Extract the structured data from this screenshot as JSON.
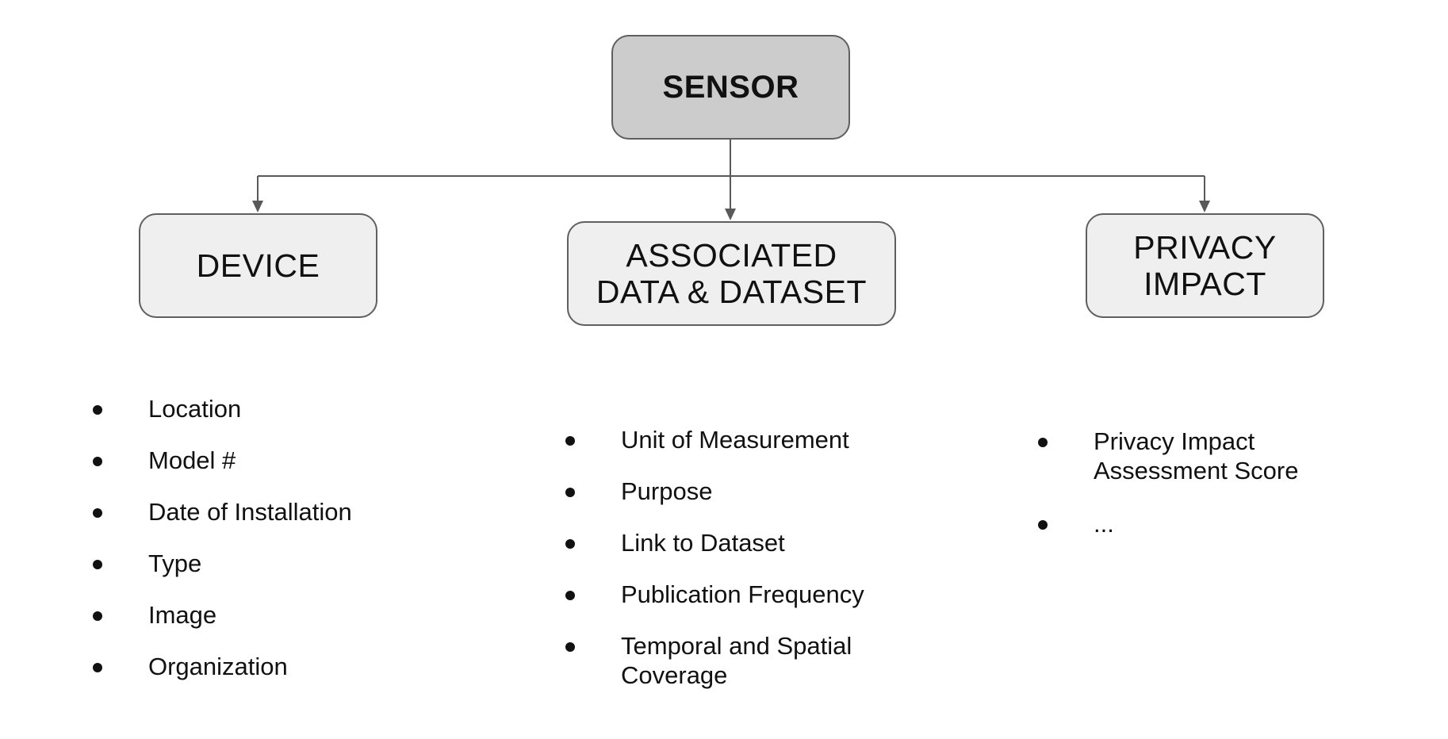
{
  "diagram": {
    "root": {
      "label": "SENSOR"
    },
    "children": [
      {
        "label_lines": [
          "DEVICE"
        ],
        "items": [
          "Location",
          "Model #",
          "Date of Installation",
          "Type",
          "Image",
          "Organization"
        ]
      },
      {
        "label_lines": [
          "ASSOCIATED",
          "DATA & DATASET"
        ],
        "items": [
          "Unit of Measurement",
          "Purpose",
          "Link to Dataset",
          "Publication Frequency",
          "Temporal and Spatial Coverage"
        ]
      },
      {
        "label_lines": [
          "PRIVACY",
          "IMPACT"
        ],
        "items": [
          "Privacy Impact Assessment Score",
          "..."
        ]
      }
    ],
    "colors": {
      "root_fill": "#cccccc",
      "child_fill": "#efefef",
      "border": "#5f5f5f",
      "connector": "#595959",
      "text": "#111111"
    }
  }
}
